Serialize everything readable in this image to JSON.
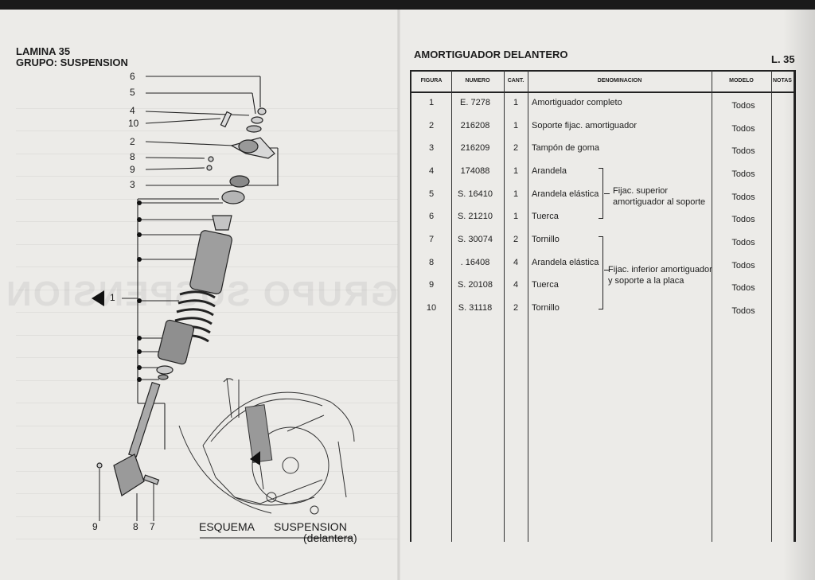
{
  "header": {
    "lamina": "LAMINA 35",
    "grupo": "GRUPO: SUSPENSION",
    "title": "AMORTIGUADOR DELANTERO",
    "page": "L. 35"
  },
  "table": {
    "columns": [
      "FIGURA",
      "NUMERO",
      "CANT.",
      "DENOMINACION",
      "MODELO",
      "NOTAS"
    ],
    "rows": [
      {
        "figura": "1",
        "numero": "E. 7278",
        "cant": "1",
        "denominacion": "Amortiguador completo",
        "modelo": "Todos"
      },
      {
        "figura": "2",
        "numero": "216208",
        "cant": "1",
        "denominacion": "Soporte fijac. amortiguador",
        "modelo": "Todos"
      },
      {
        "figura": "3",
        "numero": "216209",
        "cant": "2",
        "denominacion": "Tampón de goma",
        "modelo": "Todos"
      },
      {
        "figura": "4",
        "numero": "174088",
        "cant": "1",
        "denominacion": "Arandela",
        "modelo": "Todos"
      },
      {
        "figura": "5",
        "numero": "S. 16410",
        "cant": "1",
        "denominacion": "Arandela elástica",
        "modelo": "Todos"
      },
      {
        "figura": "6",
        "numero": "S. 21210",
        "cant": "1",
        "denominacion": "Tuerca",
        "modelo": "Todos"
      },
      {
        "figura": "7",
        "numero": "S. 30074",
        "cant": "2",
        "denominacion": "Tornillo",
        "modelo": "Todos"
      },
      {
        "figura": "8",
        "numero": ". 16408",
        "cant": "4",
        "denominacion": "Arandela elástica",
        "modelo": "Todos"
      },
      {
        "figura": "9",
        "numero": "S. 20108",
        "cant": "4",
        "denominacion": "Tuerca",
        "modelo": "Todos"
      },
      {
        "figura": "10",
        "numero": "S. 31118",
        "cant": "2",
        "denominacion": "Tornillo",
        "modelo": "Todos"
      }
    ],
    "group_notes": {
      "superior_line1": "Fijac. superior",
      "superior_line2": "amortiguador al soporte",
      "inferior_line1": "Fijac. inferior amortiguador",
      "inferior_line2": "y soporte a la placa"
    }
  },
  "diagram": {
    "callouts_left": [
      "6",
      "5",
      "4",
      "10",
      "2",
      "8",
      "9",
      "3"
    ],
    "callout_main": "1",
    "callouts_bottom": [
      "9",
      "8",
      "7"
    ],
    "caption_esquema": "ESQUEMA",
    "caption_suspension": "SUSPENSION",
    "caption_delantera": "(delantera)"
  },
  "ghost": {
    "mirrored_title": "GRUPO SUSPENSION"
  }
}
